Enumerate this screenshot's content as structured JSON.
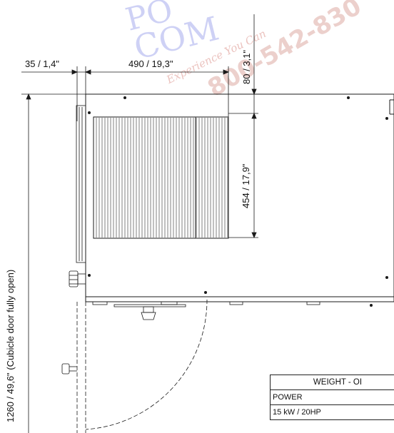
{
  "watermark": {
    "line1": "PO",
    "line2": "COM",
    "script": "Experience You Can",
    "phone": "800-542-830"
  },
  "dimensions": {
    "left_offset": "35 / 1,4\"",
    "top_width": "490 / 19,3\"",
    "top_depth": "80 / 3,1\"",
    "grille_height": "454 / 17,9\"",
    "total_clearance": "1260 / 49,6\" (Cubicle door fully open)"
  },
  "spec_table": {
    "header": "WEIGHT - OI",
    "power_label": "POWER",
    "power_value": "15 kW / 20HP"
  },
  "colors": {
    "line": "#1a1a1a",
    "watermark_blue": "#5a60dc",
    "watermark_red": "#d07868"
  }
}
